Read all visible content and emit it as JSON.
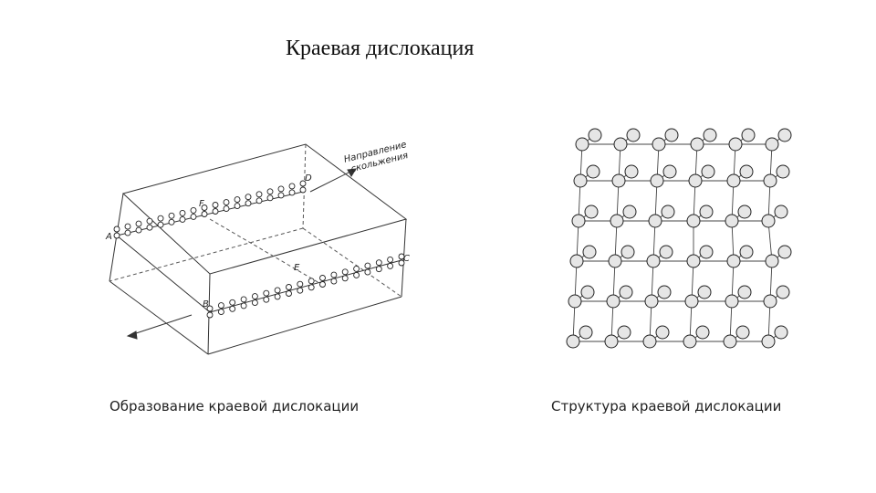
{
  "slide": {
    "title": "Краевая дислокация"
  },
  "left_figure": {
    "caption": "Образование краевой дислокации",
    "direction_label_line1": "Направление",
    "direction_label_line2": "скольжения",
    "points": [
      "A",
      "B",
      "C",
      "D",
      "E",
      "F"
    ]
  },
  "right_figure": {
    "caption": "Структура краевой дислокации"
  }
}
